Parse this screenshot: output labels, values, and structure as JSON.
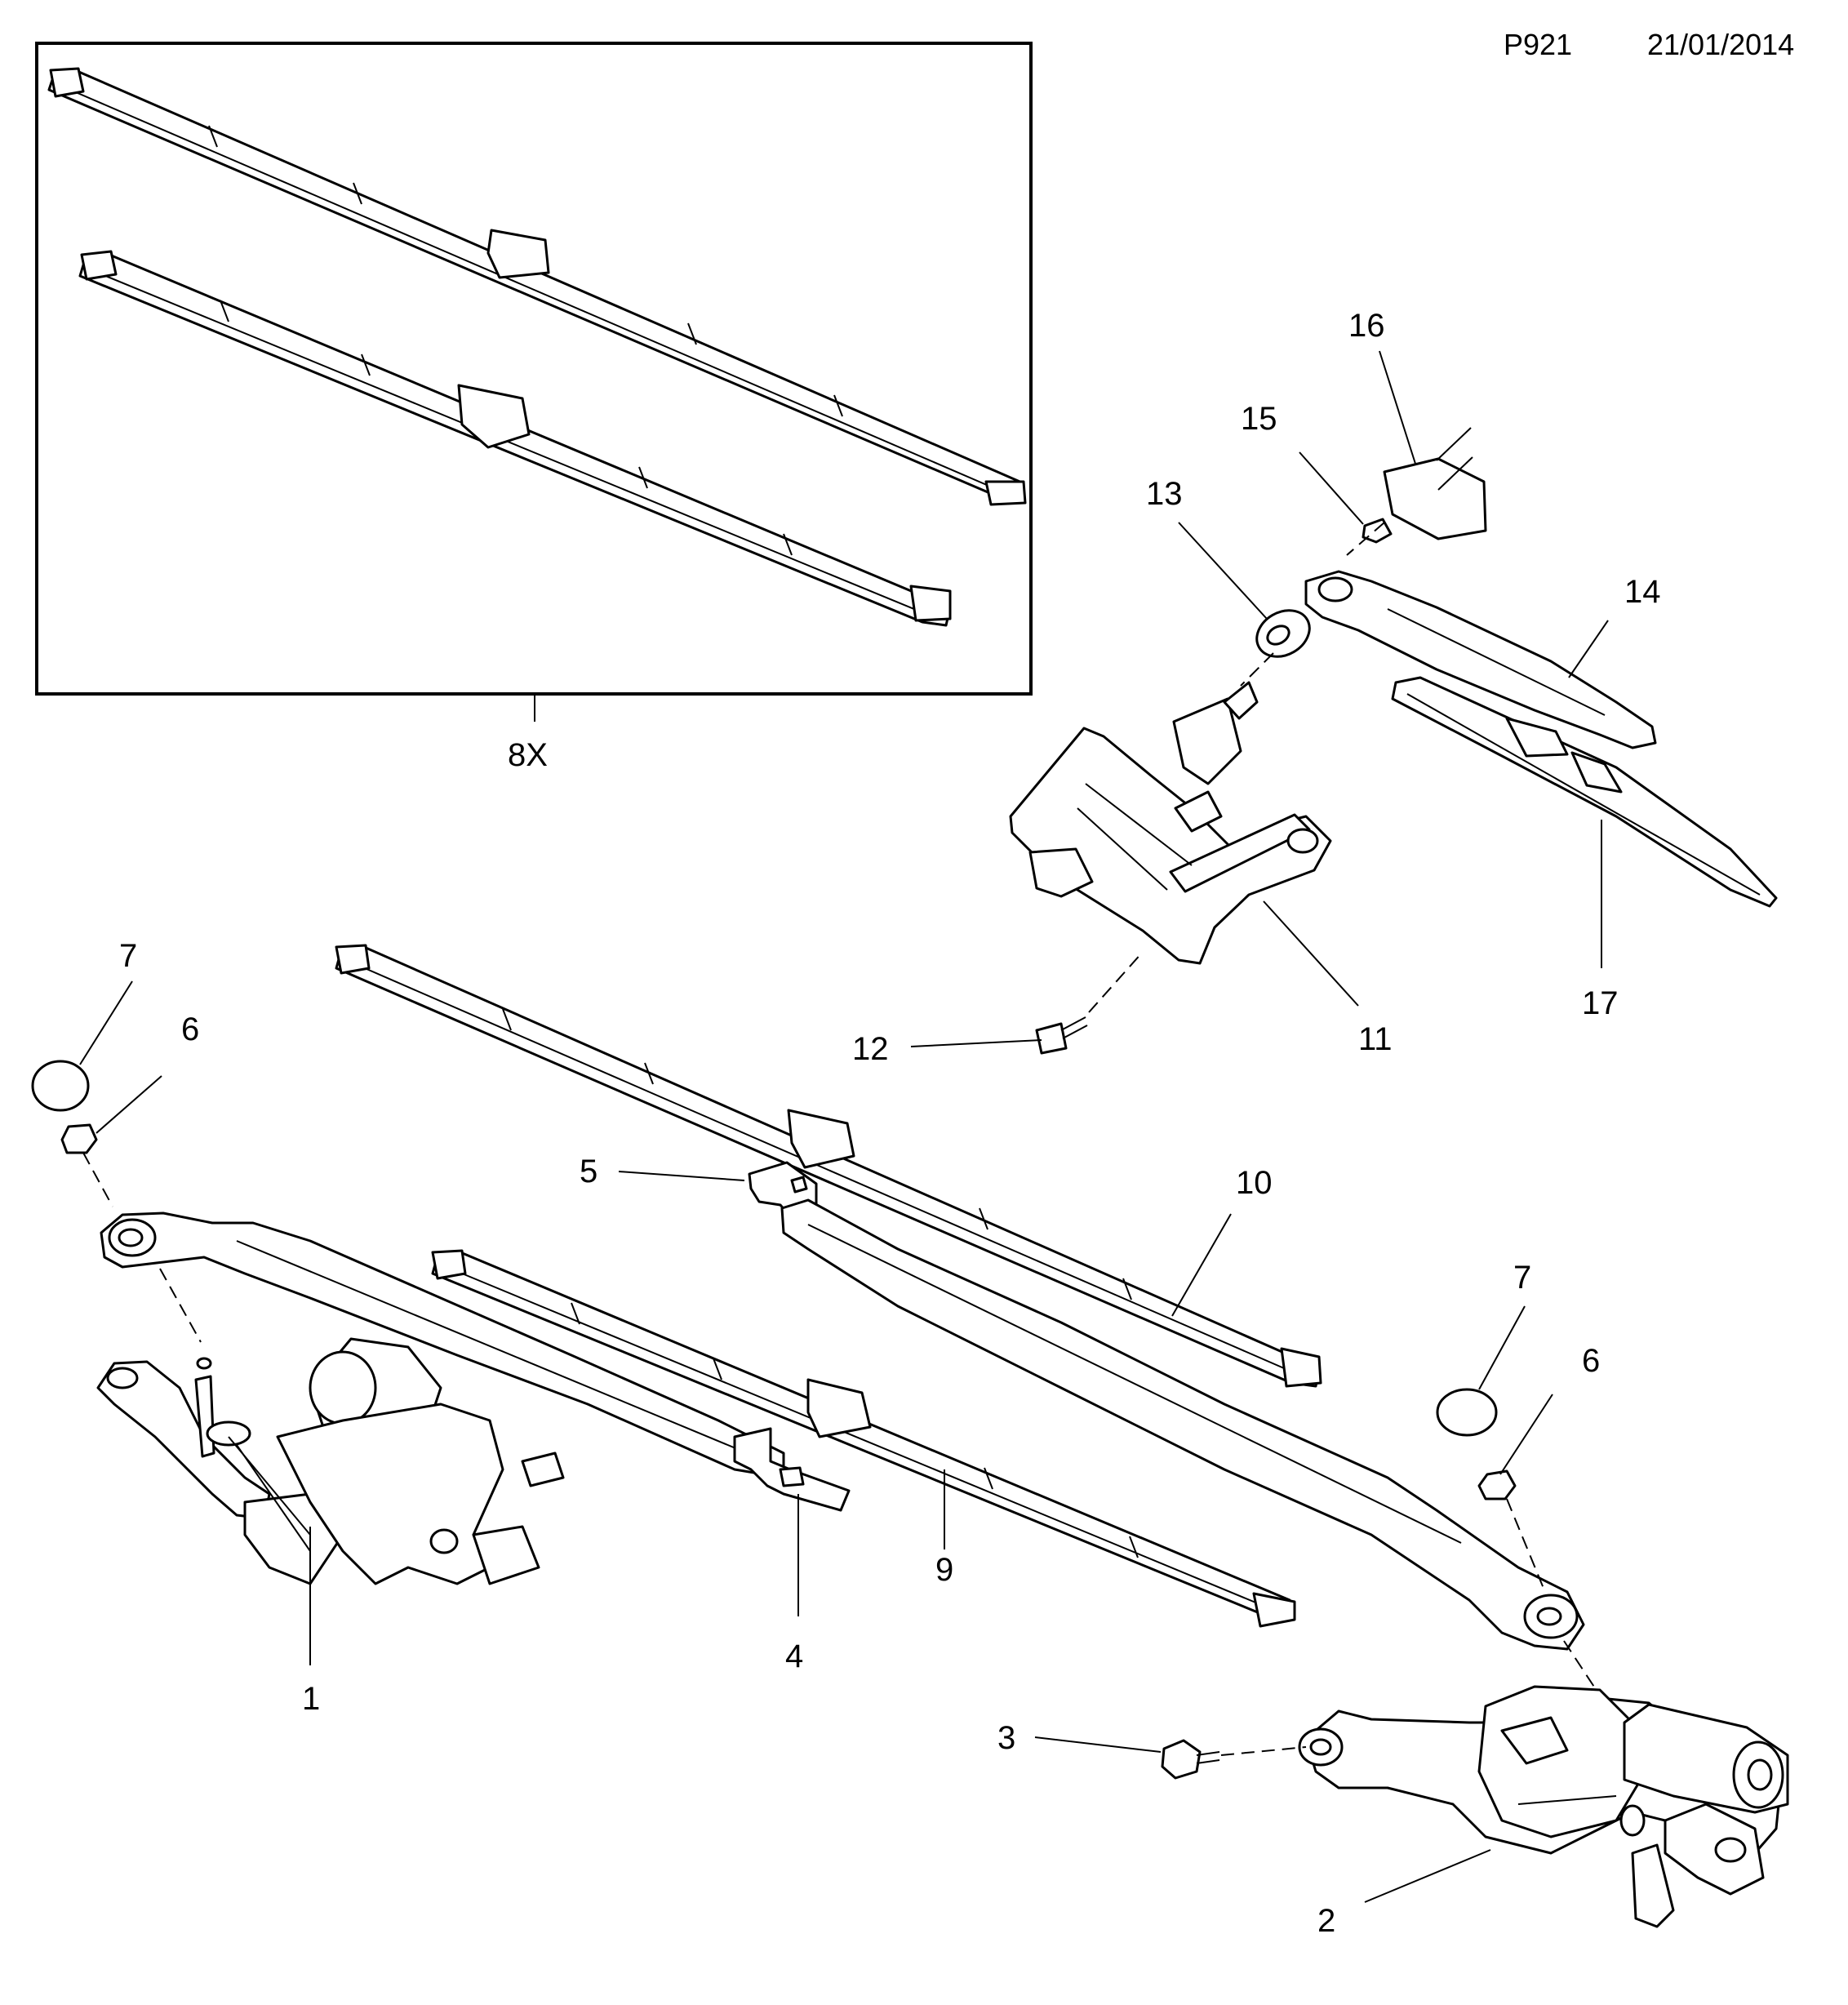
{
  "header": {
    "page_code": "P921",
    "date": "21/01/2014"
  },
  "callouts": {
    "p1": "1",
    "p2": "2",
    "p3": "3",
    "p4": "4",
    "p5": "5",
    "p6a": "6",
    "p6b": "6",
    "p7a": "7",
    "p7b": "7",
    "p8": "8X",
    "p9": "9",
    "p10": "10",
    "p11": "11",
    "p12": "12",
    "p13": "13",
    "p14": "14",
    "p15": "15",
    "p16": "16",
    "p17": "17"
  },
  "colors": {
    "line": "#000000",
    "background": "#ffffff"
  }
}
